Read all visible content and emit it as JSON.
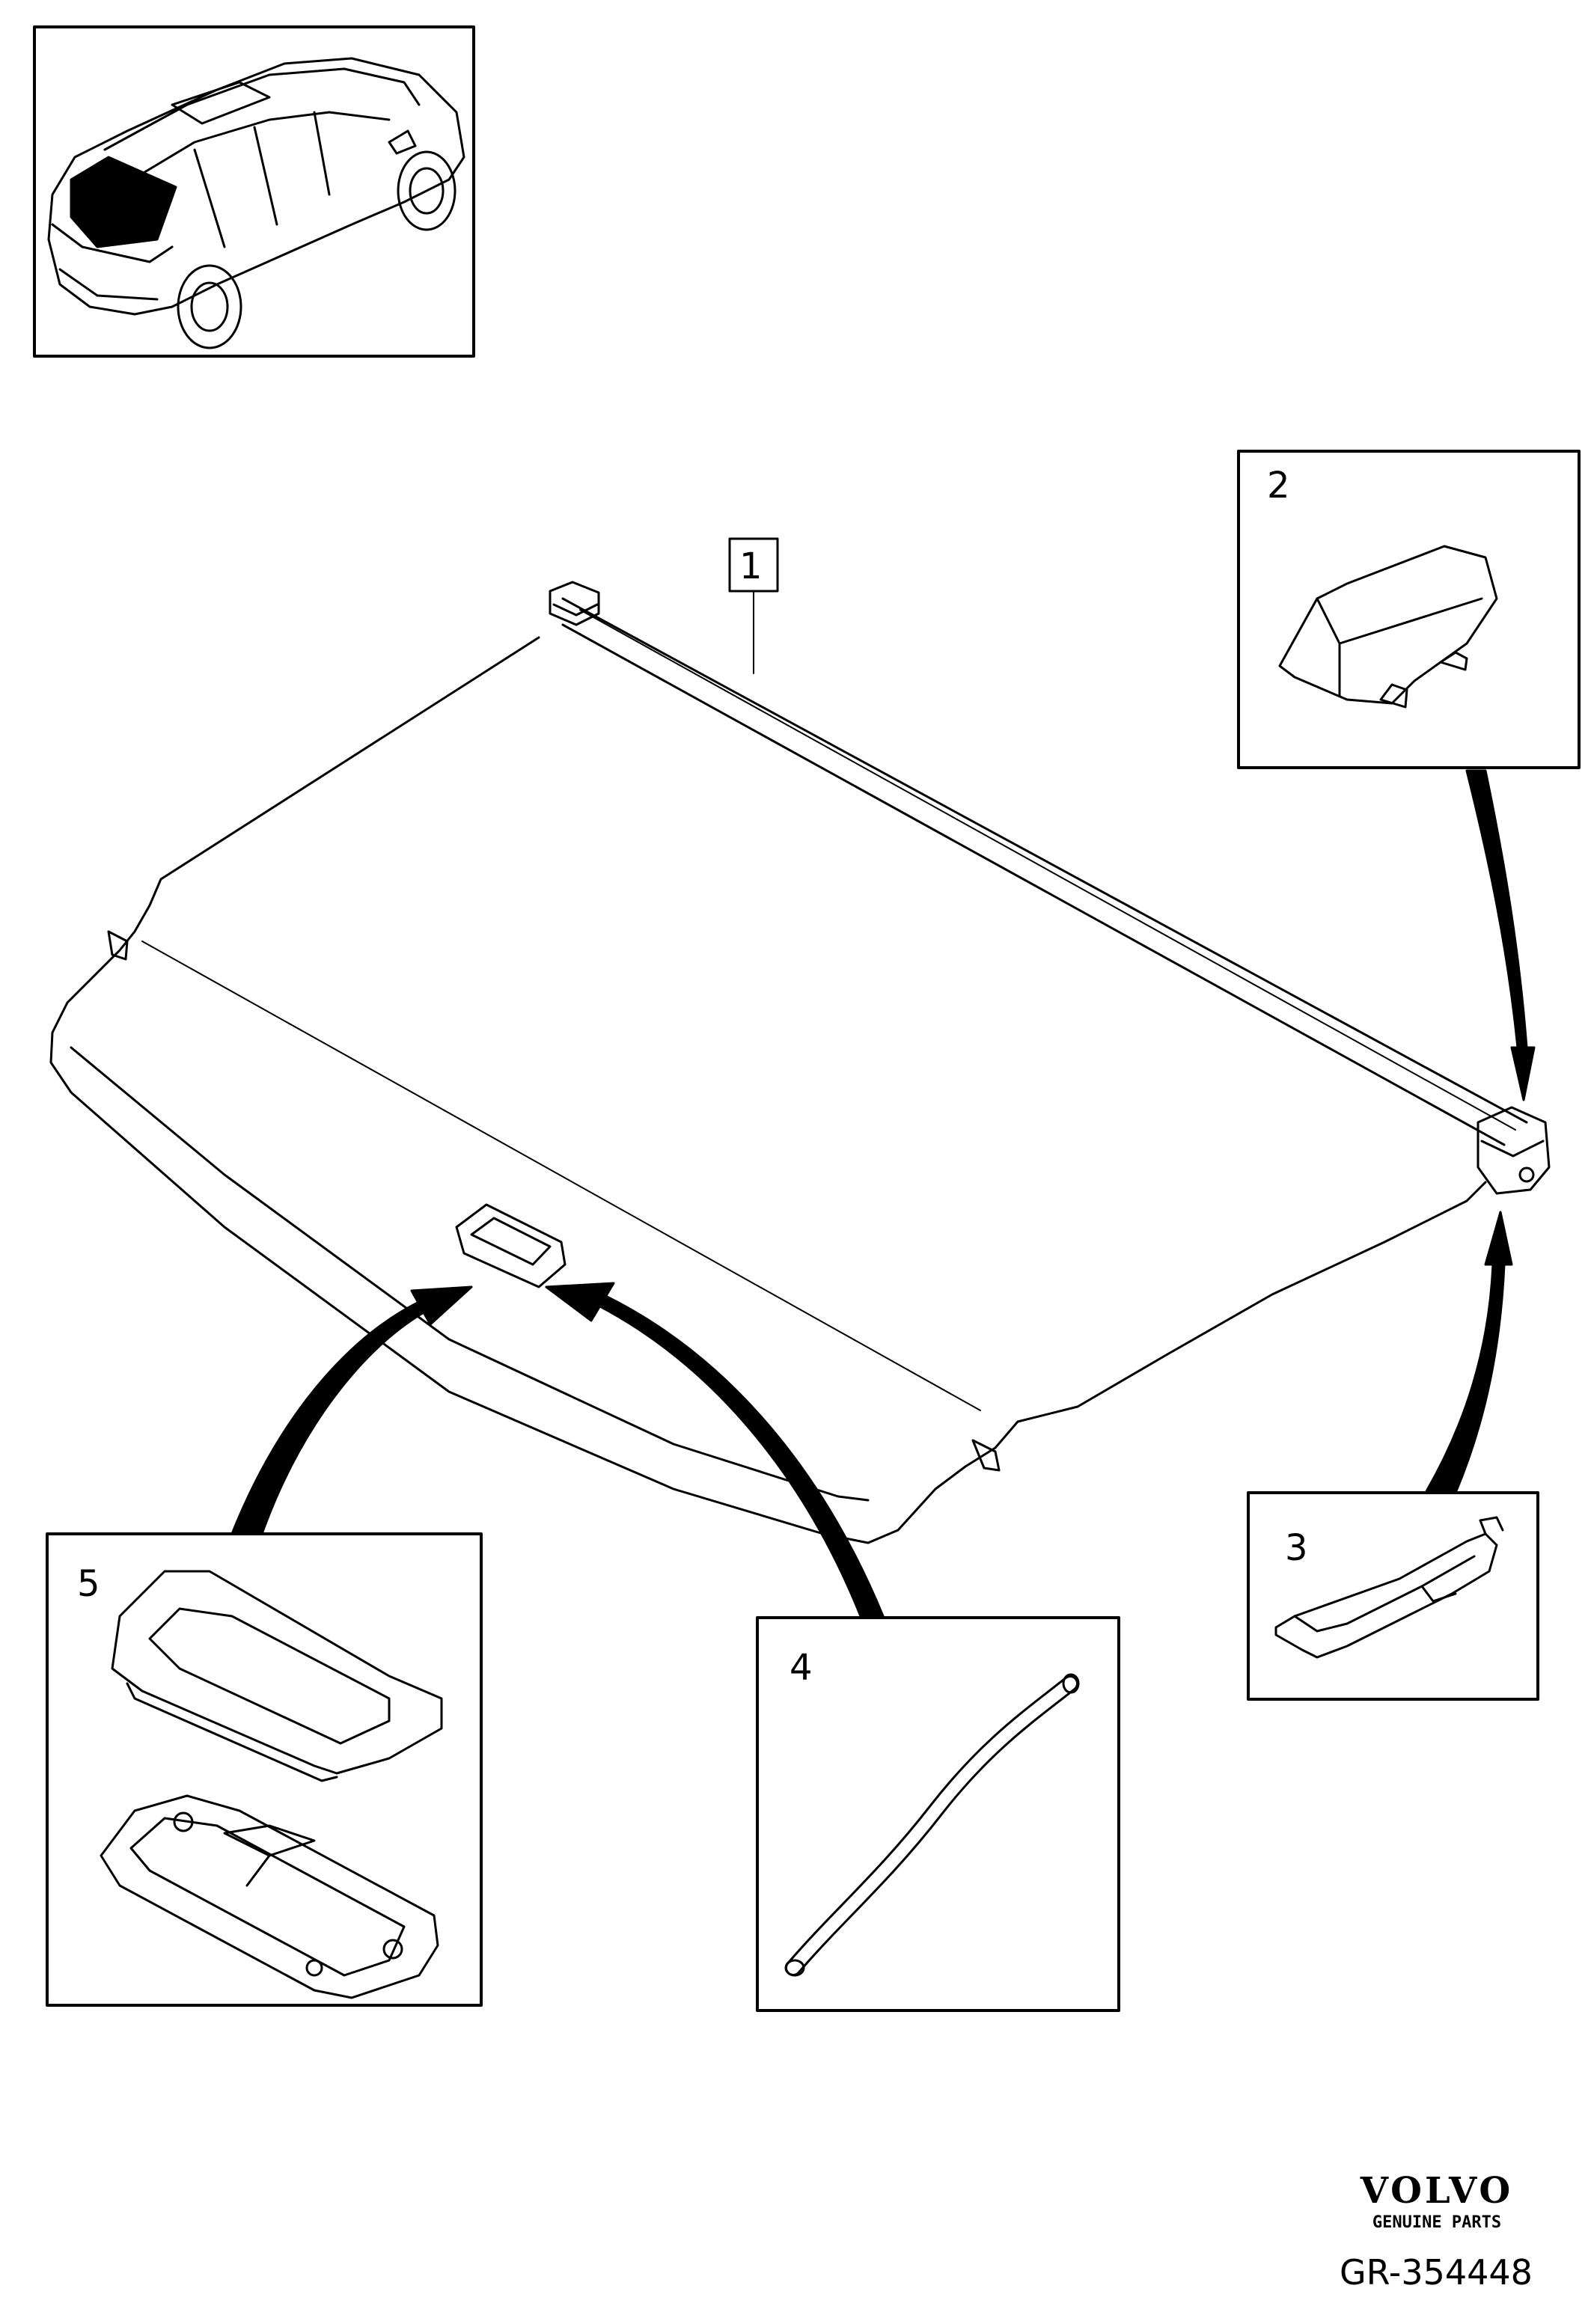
{
  "diagram": {
    "callouts": {
      "part1": "1",
      "part2": "2",
      "part3": "3",
      "part4": "4",
      "part5": "5"
    }
  },
  "brand": {
    "name": "VOLVO",
    "tagline": "GENUINE PARTS"
  },
  "figure_code": "GR-354448"
}
